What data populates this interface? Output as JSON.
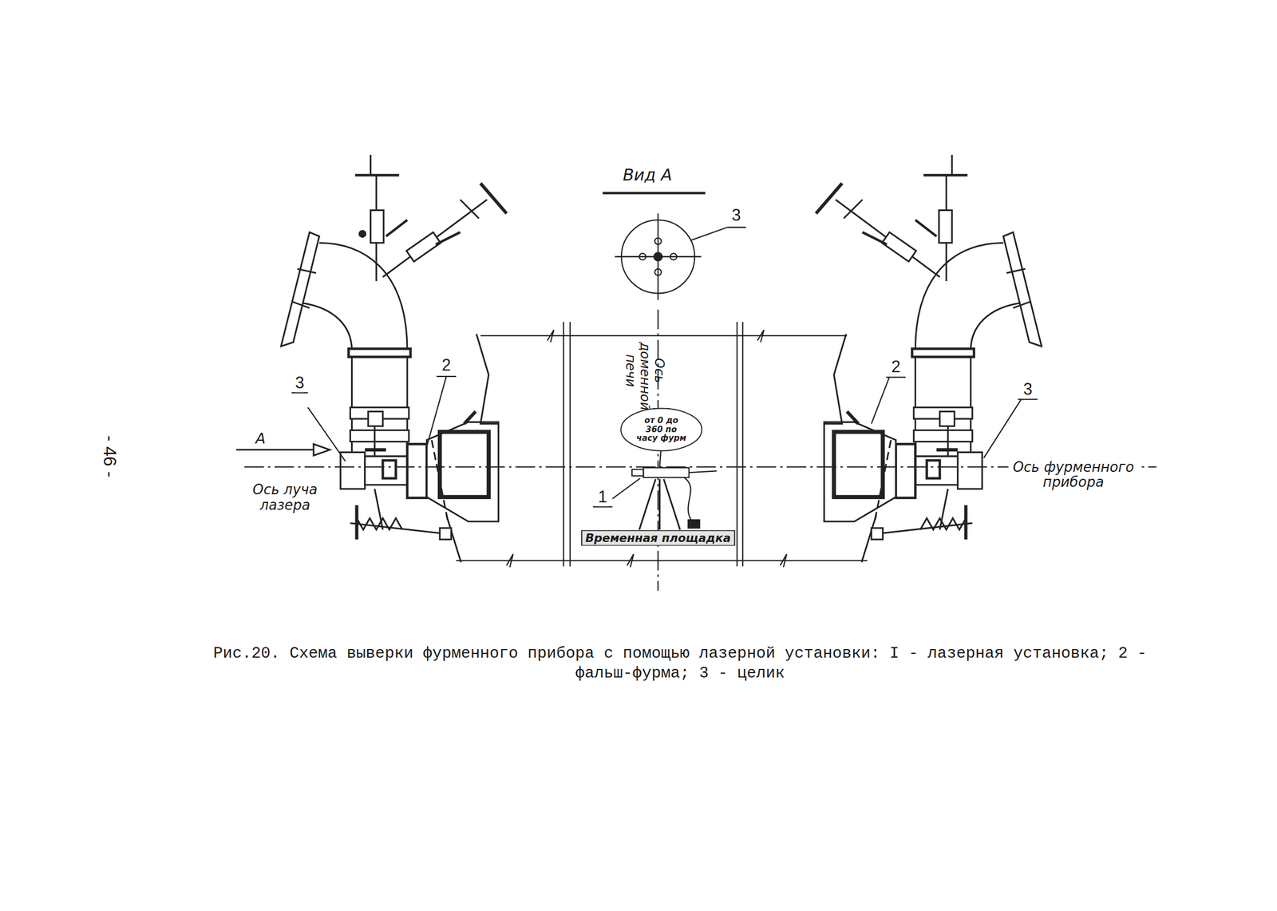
{
  "diagram": {
    "caption": "Рис.20. Схема выверки фурменного прибора с помощью лазерной установки: I - лазерная установка; 2 - фальш-фурма; 3 - целик",
    "nodes": [
      {
        "text": [
          "от 0 до 360 по часу фурм"
        ]
      },
      {
        "text": [
          "Временная площадка"
        ]
      }
    ],
    "labels": [
      "Вид А",
      "3",
      "Ось доменной печи",
      "3",
      "2",
      "А",
      "Ось луча лазера",
      "1",
      "2",
      "3",
      "Ось фурменного прибора",
      "- 46 -"
    ]
  }
}
